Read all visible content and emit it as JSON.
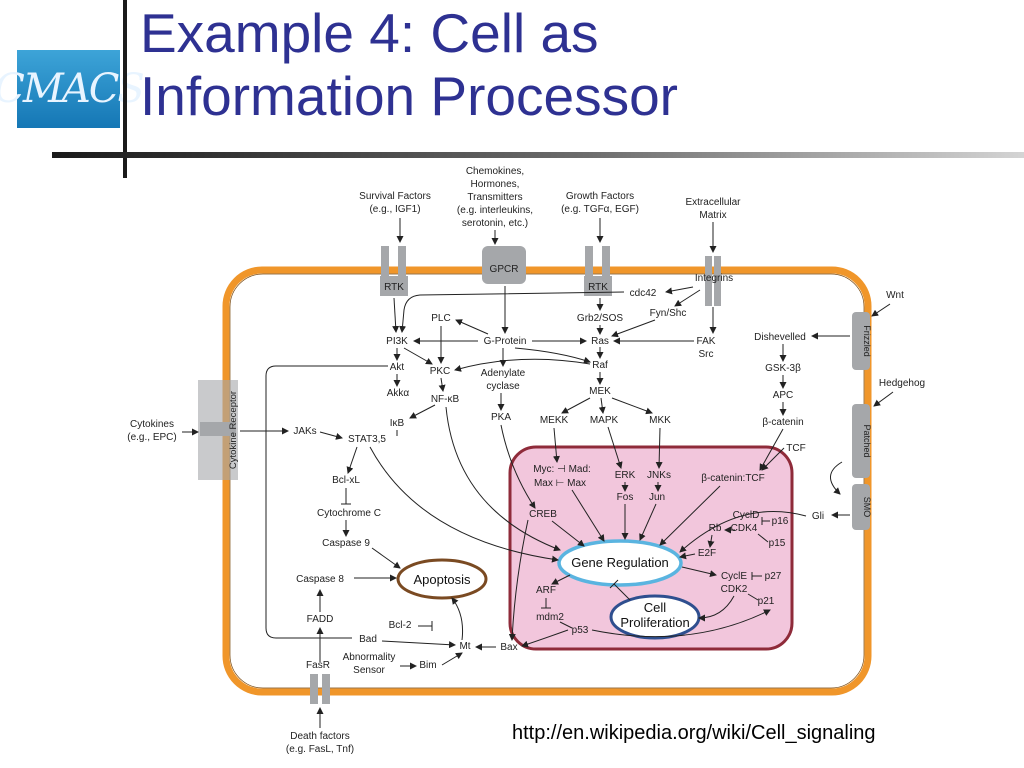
{
  "slide": {
    "title_line1": "Example 4: Cell as",
    "title_line2": "Information Processor",
    "logo_text": "CMACS",
    "source_url": "http://en.wikipedia.org/wiki/Cell_signaling"
  },
  "colors": {
    "title": "#2e3192",
    "cell_membrane": "#f0962a",
    "nucleus_fill": "#f2c6dc",
    "nucleus_border": "#8f2b3a",
    "apoptosis_border": "#7a4a22",
    "gene_regulation_border": "#5ab4e0",
    "proliferation_border": "#2f4f8f",
    "receptor": "#a5a7aa"
  },
  "diagram": {
    "inputs": {
      "survival_1": "Survival Factors",
      "survival_2": "(e.g., IGF1)",
      "chemo_1": "Chemokines,",
      "chemo_2": "Hormones,",
      "chemo_3": "Transmitters",
      "chemo_4": "(e.g. interleukins,",
      "chemo_5": "serotonin, etc.)",
      "growth_1": "Growth Factors",
      "growth_2": "(e.g. TGFα, EGF)",
      "ecm_1": "Extracellular",
      "ecm_2": "Matrix",
      "wnt": "Wnt",
      "hedgehog": "Hedgehog",
      "cytokines_1": "Cytokines",
      "cytokines_2": "(e.g., EPC)",
      "death_1": "Death factors",
      "death_2": "(e.g. FasL, Tnf)"
    },
    "receptors": {
      "rtk_left": "RTK",
      "gpcr": "GPCR",
      "rtk_right": "RTK",
      "integrins": "Integrins",
      "frizzled": "Frizzled",
      "patched": "Patched",
      "smo": "SMO",
      "cytokine_receptor": "Cytokine Receptor",
      "fasr": "FasR"
    },
    "nodes": {
      "cdc42": "cdc42",
      "plc": "PLC",
      "g_protein": "G-Protein",
      "pi3k": "PI3K",
      "grb2_sos": "Grb2/SOS",
      "fyn_shc": "Fyn/Shc",
      "ras": "Ras",
      "fak": "FAK",
      "src": "Src",
      "dishevelled": "Dishevelled",
      "gsk3b": "GSK-3β",
      "apc": "APC",
      "b_catenin": "β-catenin",
      "tcf": "TCF",
      "akt": "Akt",
      "pkc": "PKC",
      "adenylate_1": "Adenylate",
      "adenylate_2": "cyclase",
      "raf": "Raf",
      "akka": "Akkα",
      "nfkb": "NF-κB",
      "mek": "MEK",
      "ikb": "IκB",
      "pka": "PKA",
      "mekk": "MEKK",
      "mapk": "MAPK",
      "mkk": "MKK",
      "jaks": "JAKs",
      "stat": "STAT3,5",
      "bclxl": "Bcl-xL",
      "cytochrome": "Cytochrome C",
      "caspase9": "Caspase 9",
      "caspase8": "Caspase 8",
      "fadd": "FADD",
      "bcl2": "Bcl-2",
      "bad": "Bad",
      "mt": "Mt",
      "abnormality_1": "Abnormality",
      "abnormality_2": "Sensor",
      "bim": "Bim",
      "bax": "Bax",
      "myc_mad": "Myc: ⊣ Mad:",
      "max_max": "Max ⊢ Max",
      "erk": "ERK",
      "fos": "Fos",
      "jnks": "JNKs",
      "jun": "Jun",
      "bcat_tcf": "β-catenin:TCF",
      "creb": "CREB",
      "cyclid": "CyclD",
      "cdk4": "CDK4",
      "p16": "p16",
      "rb": "Rb",
      "p15": "p15",
      "e2f": "E2F",
      "gli": "Gli",
      "arf": "ARF",
      "mdm2": "mdm2",
      "p53": "p53",
      "cycle": "CyclE",
      "p27": "p27",
      "cdk2": "CDK2",
      "p21": "p21"
    },
    "outputs": {
      "apoptosis": "Apoptosis",
      "gene_regulation": "Gene Regulation",
      "cell_1": "Cell",
      "cell_2": "Proliferation"
    }
  }
}
